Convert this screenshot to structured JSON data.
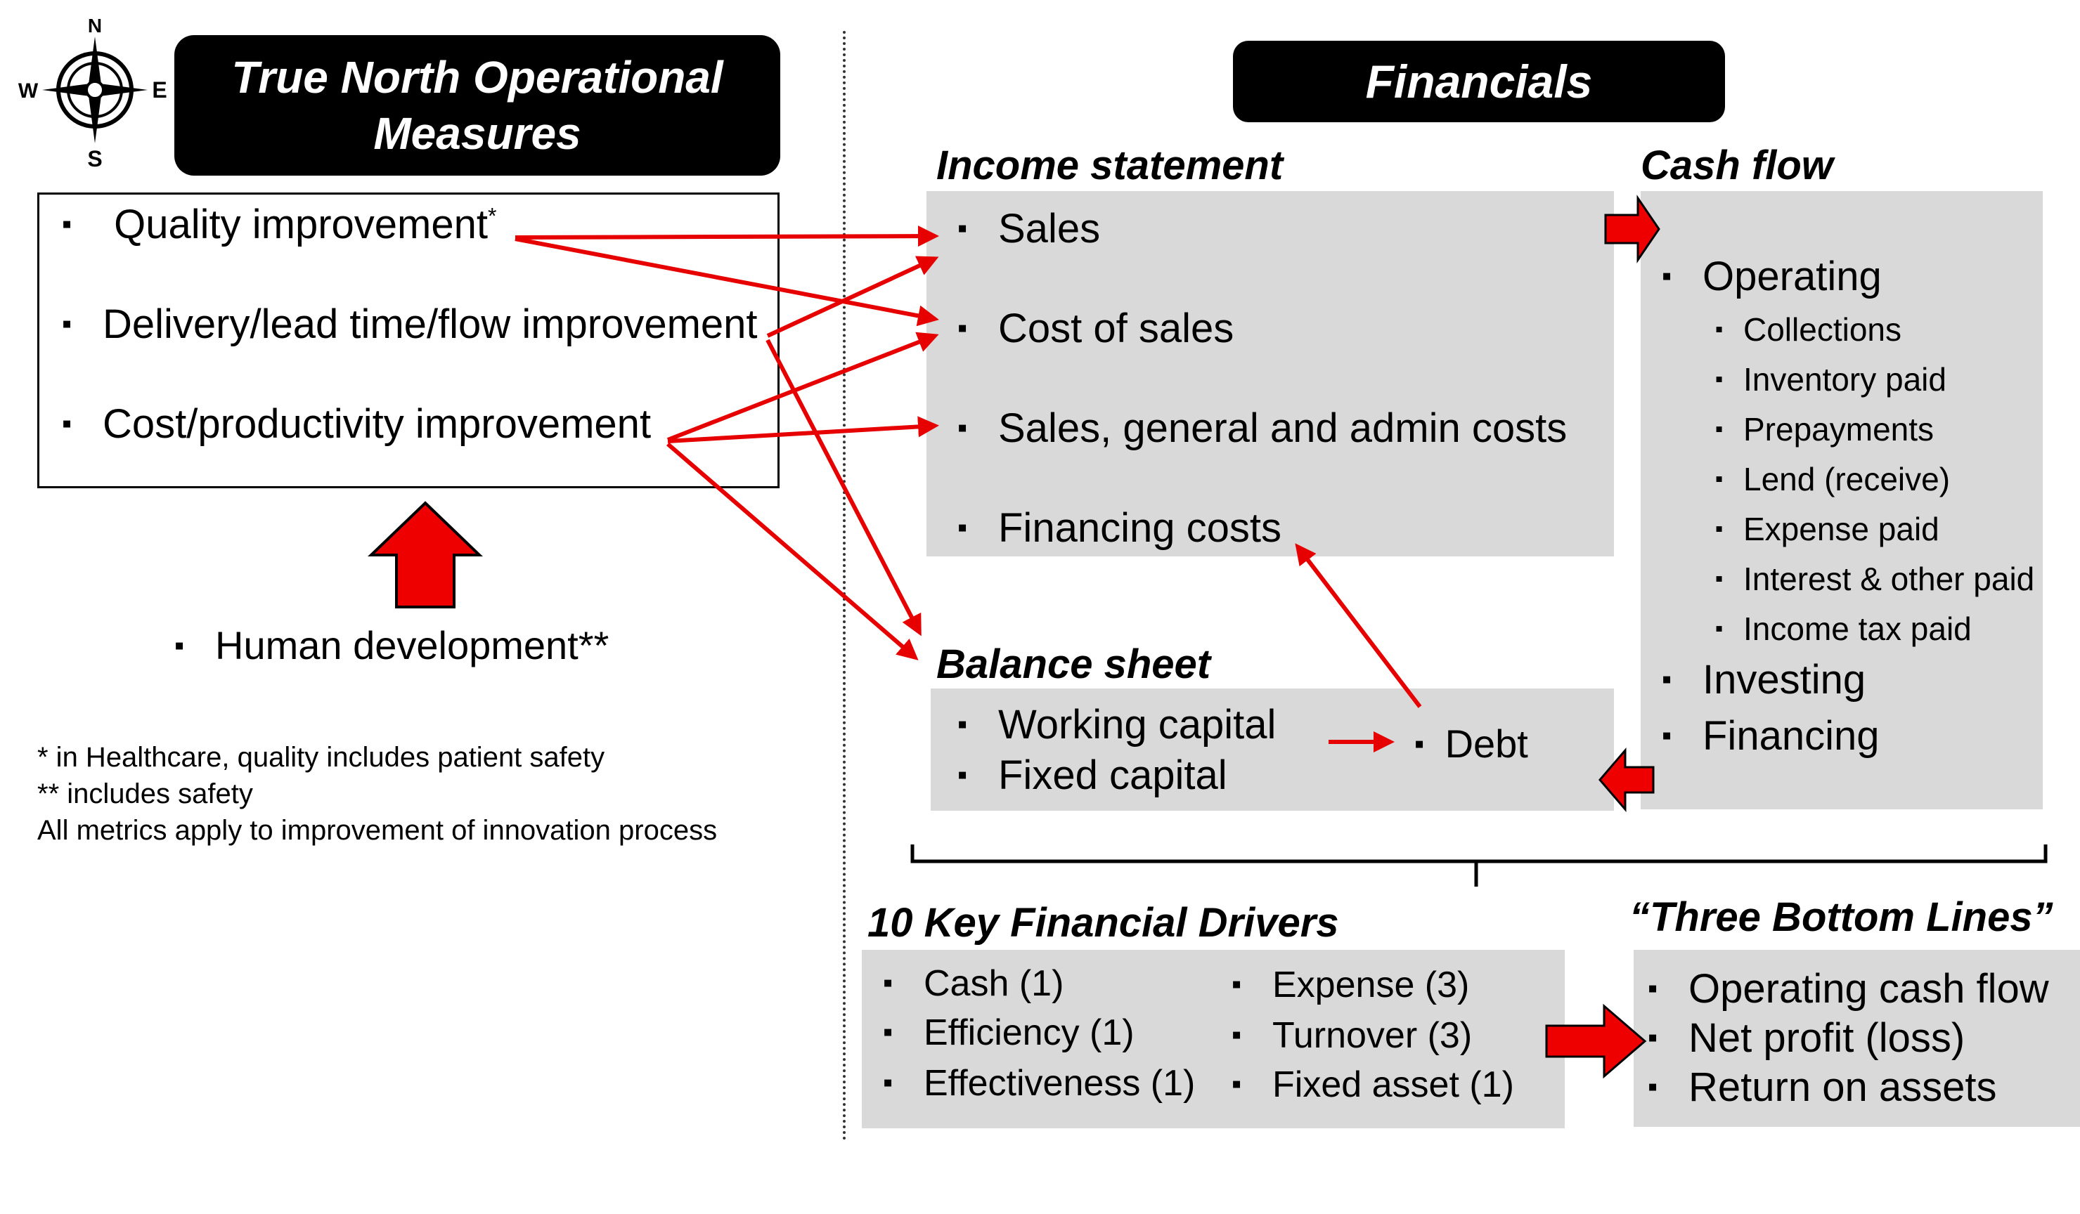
{
  "compass": {
    "n": "N",
    "e": "E",
    "s": "S",
    "w": "W"
  },
  "left": {
    "title_line1": "True North Operational",
    "title_line2": "Measures",
    "items": [
      "Quality improvement",
      "Delivery/lead time/flow improvement",
      "Cost/productivity improvement"
    ],
    "quality_mark": "*",
    "human_dev": "Human development**",
    "notes": [
      "* in Healthcare, quality includes patient safety",
      "** includes safety",
      "All metrics apply to improvement of innovation process"
    ]
  },
  "right": {
    "title": "Financials",
    "income": {
      "header": "Income statement",
      "items": [
        "Sales",
        "Cost of sales",
        "Sales, general and admin costs",
        "Financing costs"
      ]
    },
    "cashflow": {
      "header": "Cash flow",
      "operating": "Operating",
      "sub_items": [
        "Collections",
        "Inventory paid",
        "Prepayments",
        "Lend (receive)",
        "Expense paid",
        "Interest & other paid",
        "Income tax paid"
      ],
      "investing": "Investing",
      "financing": "Financing"
    },
    "balance": {
      "header": "Balance sheet",
      "items": [
        "Working capital",
        "Fixed capital"
      ],
      "debt": "Debt"
    },
    "drivers": {
      "header": "10 Key Financial Drivers",
      "col1": [
        "Cash (1)",
        "Efficiency (1)",
        "Effectiveness (1)"
      ],
      "col2": [
        "Expense (3)",
        "Turnover (3)",
        "Fixed asset (1)"
      ]
    },
    "bottom_lines": {
      "header": "“Three Bottom Lines”",
      "items": [
        "Operating cash flow",
        "Net profit (loss)",
        "Return on assets"
      ]
    }
  },
  "colors": {
    "accent": "#e60000",
    "box": "#d9d9d9",
    "title_bg": "#000000"
  }
}
